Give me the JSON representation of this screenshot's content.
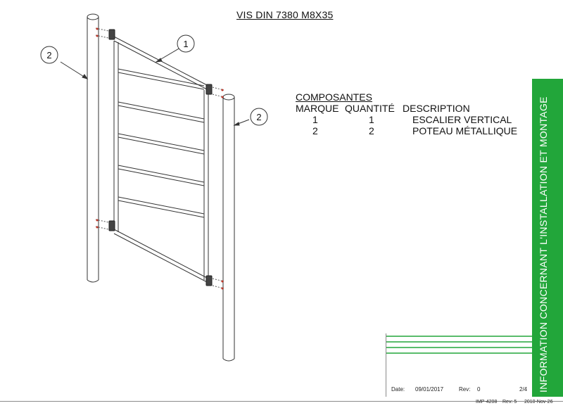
{
  "title": "VIS DIN 7380 M8X35",
  "callouts": [
    "1",
    "2",
    "2"
  ],
  "components": {
    "heading": "COMPOSANTES",
    "columns": [
      "MARQUE",
      "QUANTITÉ",
      "DESCRIPTION"
    ],
    "rows": [
      {
        "marque": "1",
        "quantite": "1",
        "description": "ESCALIER VERTICAL"
      },
      {
        "marque": "2",
        "quantite": "2",
        "description": "POTEAU MÉTALLIQUE"
      }
    ]
  },
  "sidebar_text": "INFORMATION CONCERNANT L'INSTALLATION ET MONTAGE",
  "title_block": {
    "date_label": "Date:",
    "date_value": "09/01/2017",
    "rev_label": "Rev:",
    "rev_value": "0",
    "page": "2/4"
  },
  "footer": {
    "code": "IMP-4208",
    "revision": "Rev: 5",
    "date": "2010-Nov-26"
  },
  "colors": {
    "accent_green": "#22a63a",
    "line": "#333333"
  }
}
